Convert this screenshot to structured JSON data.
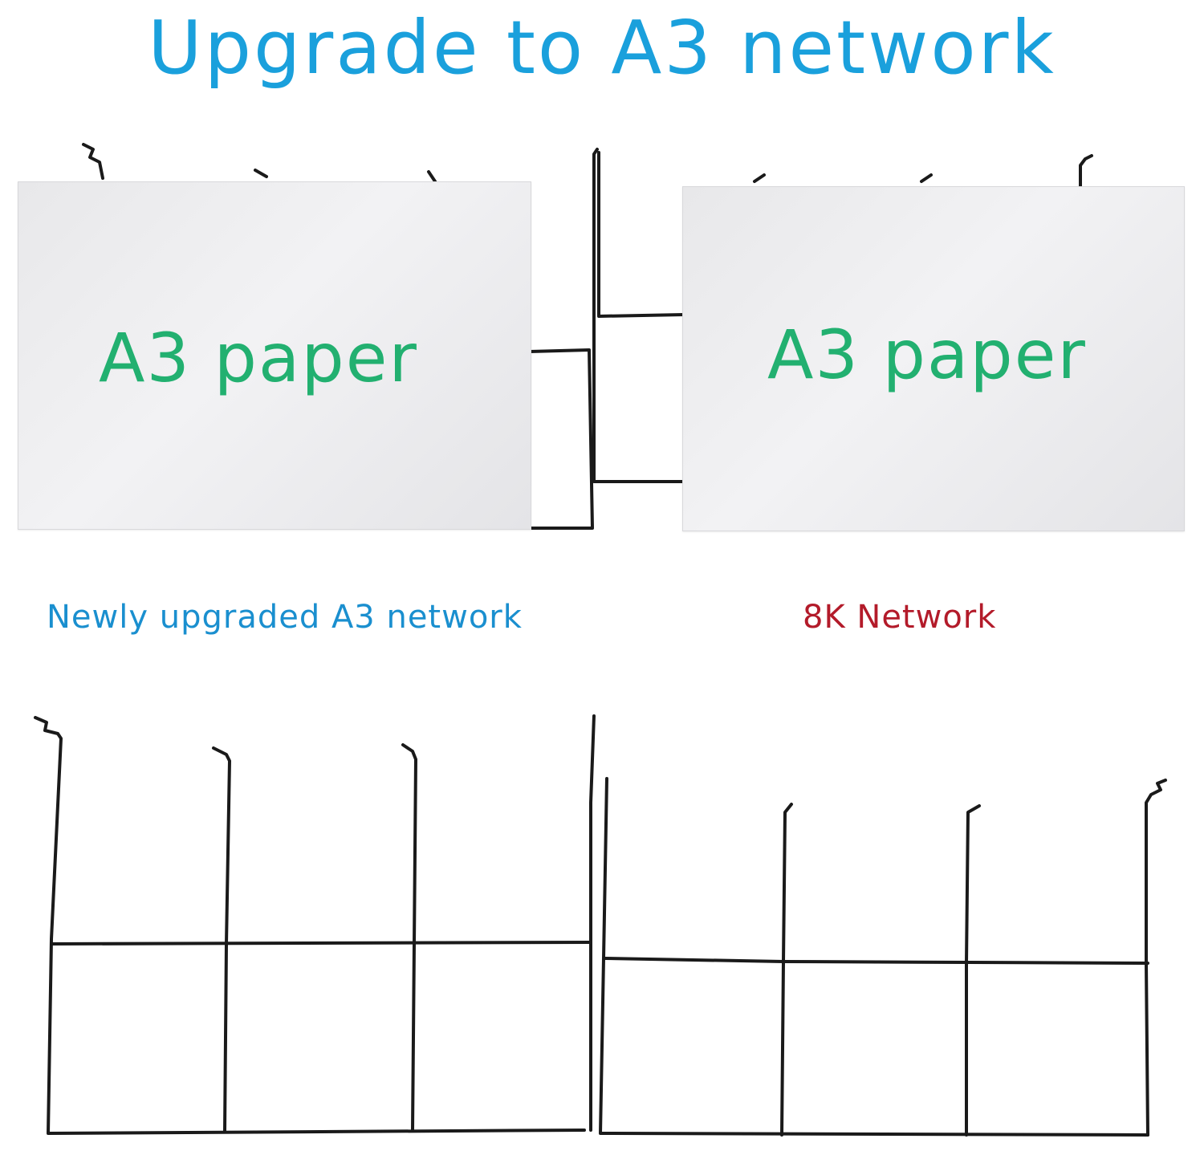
{
  "title": "Upgrade to A3 network",
  "papers": {
    "left_label": "A3 paper",
    "right_label": "A3 paper"
  },
  "captions": {
    "left": "Newly upgraded A3 network",
    "right": "8K Network"
  },
  "colors": {
    "title": "#1aa0dc",
    "left_caption": "#1a8fcf",
    "right_caption": "#b31b2a",
    "paper_label": "#22b070",
    "wire": "#1a1a1a"
  }
}
